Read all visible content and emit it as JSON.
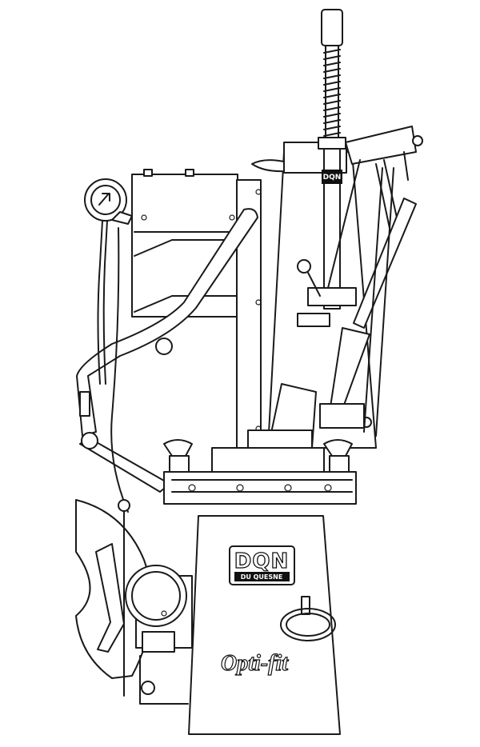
{
  "machine": {
    "logo": {
      "main": "DQN",
      "sub": "DU QUESNE"
    },
    "model_name": "Opti-fit",
    "head_label": "DQN"
  },
  "colors": {
    "line": "#1a1a1a",
    "background": "#ffffff"
  }
}
